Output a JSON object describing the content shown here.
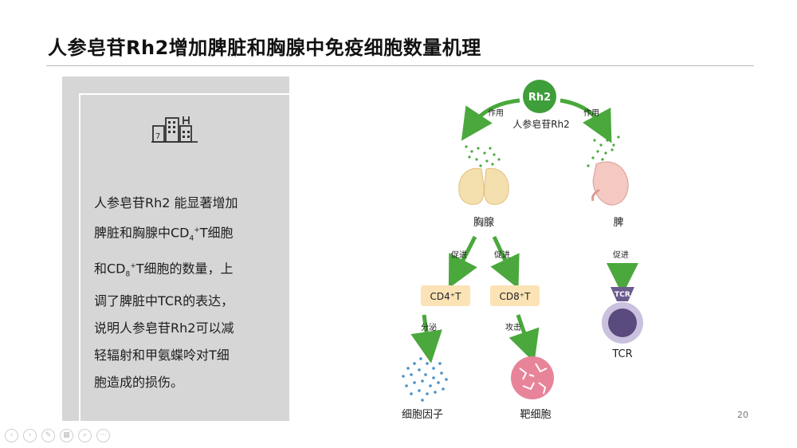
{
  "title": "人参皂苷Rh2增加脾脏和胸腺中免疫细胞数量机理",
  "panel": {
    "icon_name": "building-city-icon",
    "text_line1": "人参皂苷Rh2 能显著增加",
    "text_line2a": "脾脏和胸腺中CD",
    "text_line2_sub": "4",
    "text_line2_sup": "+",
    "text_line2b": "T细胞",
    "text_line3a": "和CD",
    "text_line3_sub": "8",
    "text_line3_sup": "+",
    "text_line3b": "T细胞的数量，上",
    "text_line4": "调了脾脏中TCR的表达，",
    "text_line5": "说明人参皂苷Rh2可以减",
    "text_line6": "轻辐射和甲氨蝶呤对T细",
    "text_line7": "胞造成的损伤。"
  },
  "diagram": {
    "rh2_label": "Rh2",
    "rh2_name": "人参皂苷Rh2",
    "action_left": "作用",
    "action_right": "作用",
    "thymus_label": "胸腺",
    "spleen_label": "脾",
    "promote_1": "促进",
    "promote_2": "促进",
    "promote_3": "促进",
    "cd4_label": "CD4⁺T",
    "cd8_label": "CD8⁺T",
    "secrete_label": "分泌",
    "attack_label": "攻击",
    "tcr_badge": "TCR",
    "tcr_label": "TCR",
    "cytokine_label": "细胞因子",
    "target_label": "靶细胞",
    "colors": {
      "arrow_green": "#4aa83c",
      "rh2_green": "#3e9e3a",
      "box_fill": "#fbe3b6",
      "thymus": "#f4dfae",
      "spleen": "#f3c9c2",
      "cytokine_blue": "#4a90c8",
      "target_pink": "#e8849a",
      "tcr_purple": "#6b5b8e"
    }
  },
  "page_number": "20"
}
